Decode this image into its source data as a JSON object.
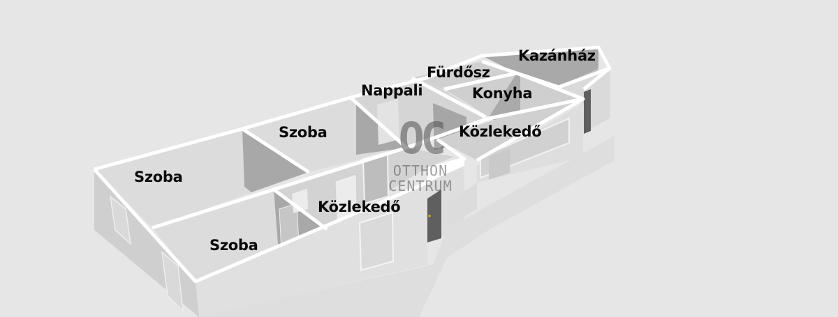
{
  "floorplan": {
    "view": "3D isometric floor plan",
    "colors": {
      "background": "#e6e6e6",
      "floor": "#dcdcdc",
      "wall_top": "#ffffff",
      "wall_side_light": "#d9d9d9",
      "wall_side_dark": "#a9a9a9",
      "door_dark": "#5e5e5e",
      "label_text": "#0a0a0a"
    },
    "rooms": [
      {
        "label": "Szoba",
        "position": "left-back"
      },
      {
        "label": "Szoba",
        "position": "center-back"
      },
      {
        "label": "Szoba",
        "position": "left-front"
      },
      {
        "label": "Nappali",
        "position": "center-right-back"
      },
      {
        "label": "Fürdősz",
        "position": "right-back"
      },
      {
        "label": "Kazánház",
        "position": "far-right-back"
      },
      {
        "label": "Konyha",
        "position": "right"
      },
      {
        "label": "Közlekedő",
        "position": "right-front"
      },
      {
        "label": "Közlekedő",
        "position": "center-front"
      }
    ]
  },
  "watermark": {
    "logo": "OC",
    "line1": "OTTHON",
    "line2": "CENTRUM"
  }
}
